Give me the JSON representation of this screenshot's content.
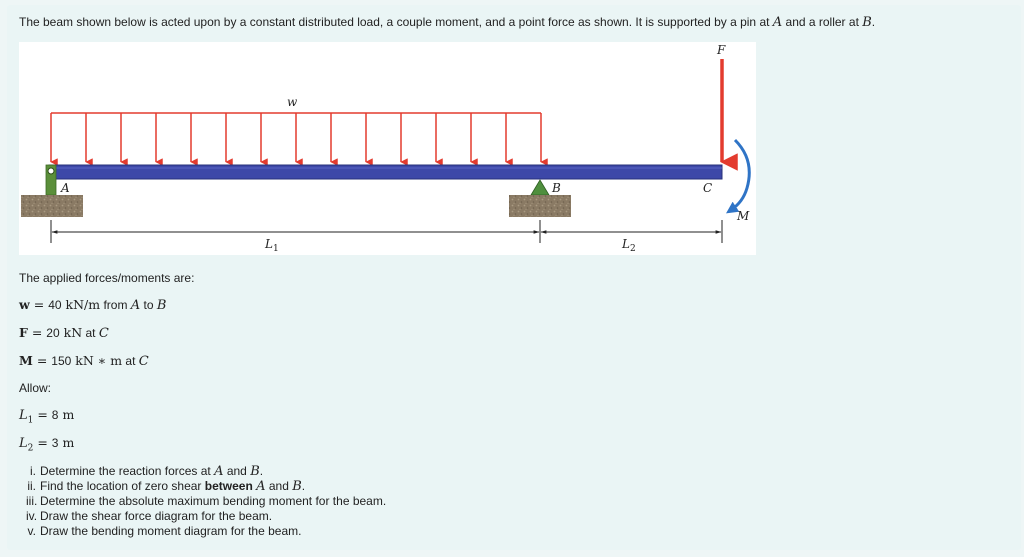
{
  "intro": {
    "part1": "The beam shown below is acted upon by a constant distributed load, a couple moment, and a point force as shown. It is supported by a pin at ",
    "pin_point": "A",
    "part2": " and a roller at ",
    "roller_point": "B",
    "part3": "."
  },
  "figure": {
    "label_w": "w",
    "label_F": "F",
    "label_A": "A",
    "label_B": "B",
    "label_C": "C",
    "label_M": "M",
    "label_L1_base": "L",
    "label_L1_sub": "1",
    "label_L2_base": "L",
    "label_L2_sub": "2",
    "colors": {
      "beam": "#3d48a8",
      "beam_edge": "#27307a",
      "load_arrows": "#e33b2e",
      "point_force": "#e33b2e",
      "moment": "#2f74c6",
      "pin": "#5b8f3a",
      "roller": "#4f8f3e",
      "ground": "#8a7a64"
    }
  },
  "applied_heading": "The applied forces/moments are:",
  "loads": {
    "w": {
      "symbol": "w",
      "eq": " = ",
      "value": "40",
      "unit": "kN/m",
      "from_word": " from ",
      "from": "A",
      "to_word": " to ",
      "to": "B"
    },
    "F": {
      "symbol": "F",
      "eq": " = ",
      "value": "20",
      "unit": "kN",
      "at_word": " at ",
      "at": "C"
    },
    "M": {
      "symbol": "M",
      "eq": " = ",
      "value": "150",
      "unit": "kN ∗ m",
      "at_word": " at ",
      "at": "C"
    }
  },
  "allow_heading": "Allow:",
  "lengths": {
    "L1": {
      "base": "L",
      "sub": "1",
      "eq": " = ",
      "value": "8",
      "unit": "m"
    },
    "L2": {
      "base": "L",
      "sub": "2",
      "eq": " = ",
      "value": "3",
      "unit": "m"
    }
  },
  "tasks": [
    {
      "num": "i.",
      "pre": "Determine the reaction forces at ",
      "a": "A",
      "mid": " and ",
      "b": "B",
      "post": "."
    },
    {
      "num": "ii.",
      "pre": "Find the location of zero shear ",
      "bold": "between",
      "sp": " ",
      "a": "A",
      "mid": " and ",
      "b": "B",
      "post": "."
    },
    {
      "num": "iii.",
      "text": "Determine the absolute maximum bending moment for the beam."
    },
    {
      "num": "iv.",
      "text": "Draw the shear force diagram for the beam."
    },
    {
      "num": "v.",
      "text": "Draw the bending moment diagram for the beam."
    }
  ]
}
